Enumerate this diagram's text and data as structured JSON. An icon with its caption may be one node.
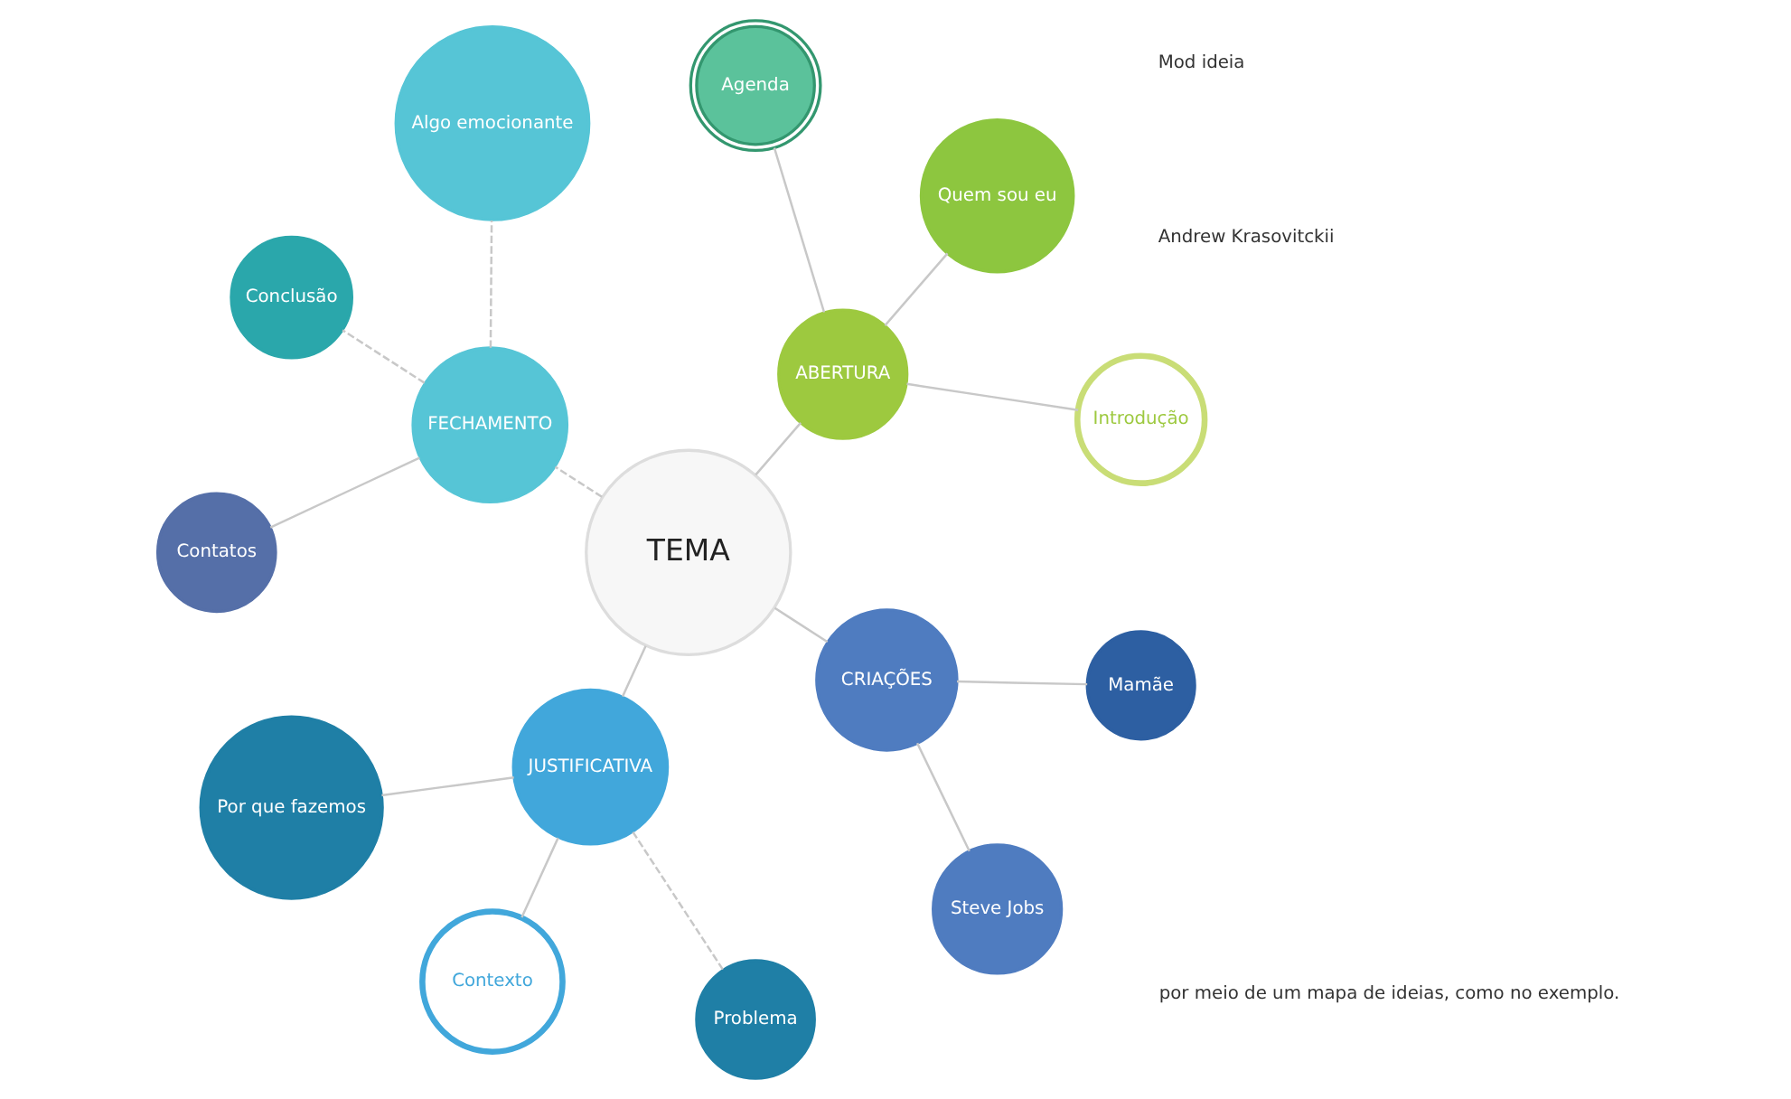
{
  "diagram": {
    "nodes": [
      {
        "text": [
          "TEMA"
        ]
      },
      {
        "text": [
          "ABERTURA"
        ]
      },
      {
        "text": [
          "Introdução"
        ]
      },
      {
        "text": [
          "Quem sou eu"
        ]
      },
      {
        "text": [
          "Agenda"
        ]
      },
      {
        "text": [
          "FECHAMENTO"
        ]
      },
      {
        "text": [
          "Algo emocionante"
        ]
      },
      {
        "text": [
          "Conclusão"
        ]
      },
      {
        "text": [
          "Contatos"
        ]
      },
      {
        "text": [
          "JUSTIFICATIVA"
        ]
      },
      {
        "text": [
          "Por que fazemos"
        ]
      },
      {
        "text": [
          "Contexto"
        ]
      },
      {
        "text": [
          "Problema"
        ]
      },
      {
        "text": [
          "CRIAÇÕES"
        ]
      },
      {
        "text": [
          "Steve Jobs"
        ]
      },
      {
        "text": [
          "Mamãe"
        ]
      }
    ],
    "edges": [
      {
        "from": 0,
        "to": 1,
        "arrow": "none"
      },
      {
        "from": 0,
        "to": 5,
        "arrow": "none",
        "style": "dashed"
      },
      {
        "from": 0,
        "to": 9,
        "arrow": "none"
      },
      {
        "from": 0,
        "to": 13,
        "arrow": "none"
      },
      {
        "from": 1,
        "to": 2,
        "arrow": "none"
      },
      {
        "from": 1,
        "to": 3,
        "arrow": "none"
      },
      {
        "from": 1,
        "to": 4,
        "arrow": "none"
      },
      {
        "from": 5,
        "to": 6,
        "arrow": "none",
        "style": "dashed"
      },
      {
        "from": 5,
        "to": 7,
        "arrow": "none",
        "style": "dashed"
      },
      {
        "from": 5,
        "to": 8,
        "arrow": "none"
      },
      {
        "from": 9,
        "to": 10,
        "arrow": "none"
      },
      {
        "from": 9,
        "to": 11,
        "arrow": "none"
      },
      {
        "from": 9,
        "to": 12,
        "arrow": "none",
        "style": "dashed"
      },
      {
        "from": 13,
        "to": 14,
        "arrow": "none"
      },
      {
        "from": 13,
        "to": 15,
        "arrow": "none"
      }
    ],
    "labels": [
      "por meio de um mapa de ideias, como no exemplo.",
      "Andrew Krasovitckii",
      "Mod ideia"
    ]
  }
}
